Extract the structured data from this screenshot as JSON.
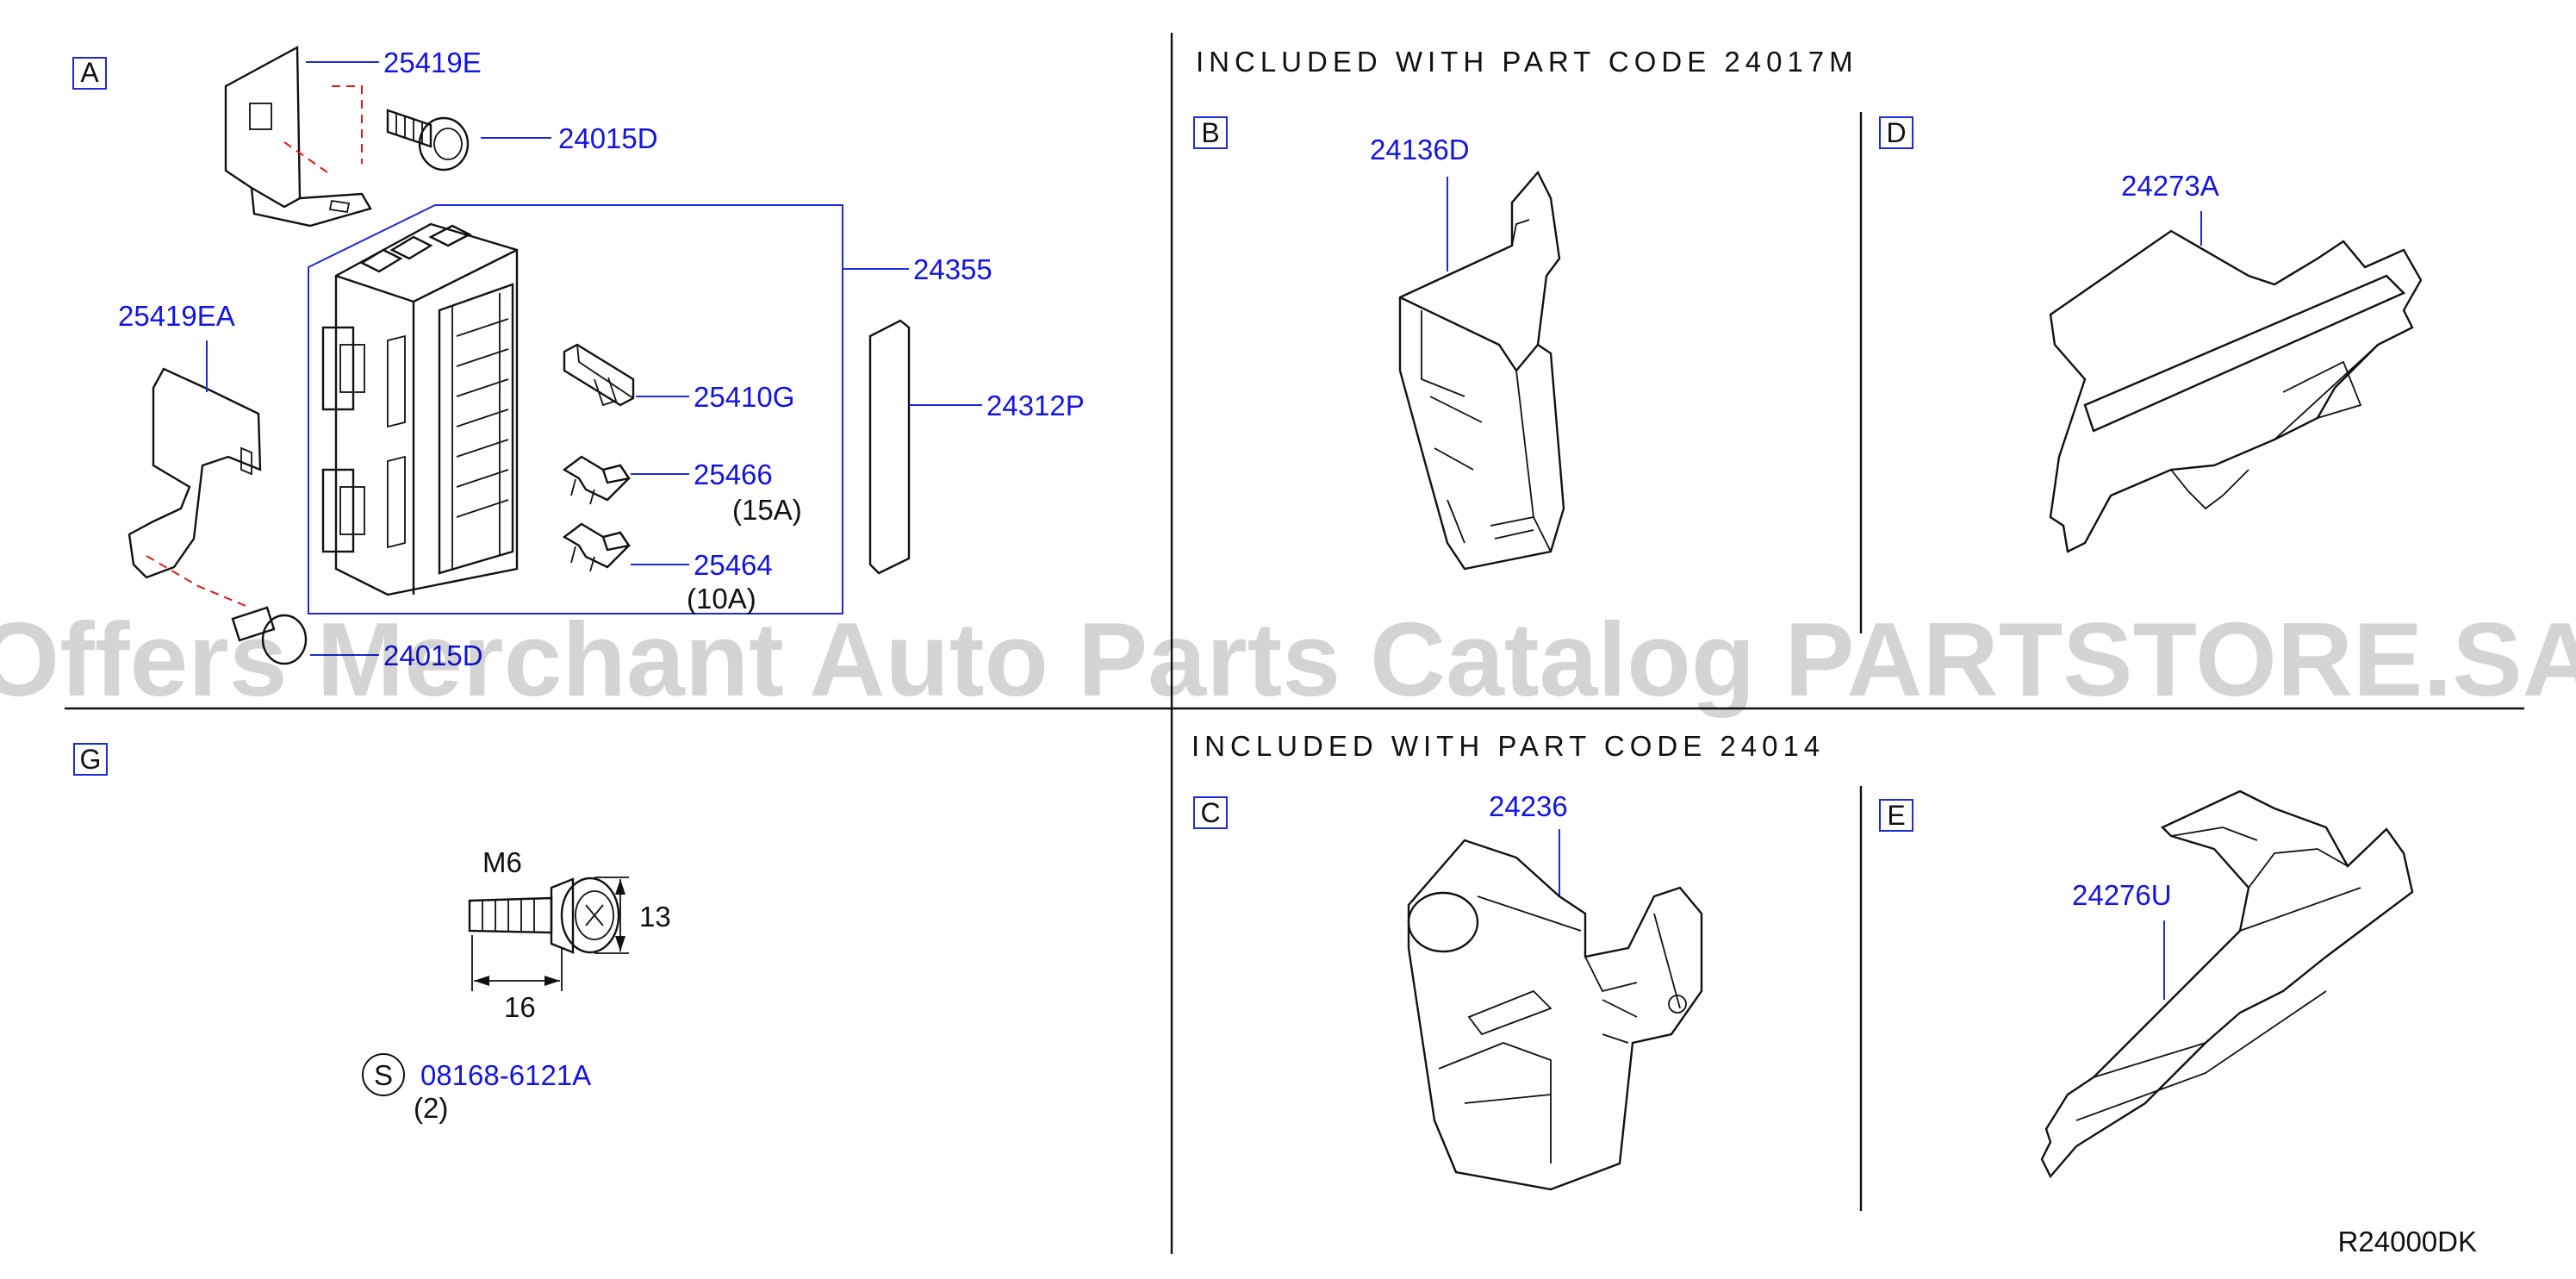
{
  "colors": {
    "link": "#1414e0",
    "leader": "#1e2ad6",
    "dashed_guide": "#e01a1a",
    "ink": "#111111"
  },
  "sections": {
    "A": {
      "label": "A",
      "parts": {
        "p25419E": "25419E",
        "p24015D_top": "24015D",
        "p24355": "24355",
        "p25419EA": "25419EA",
        "p25410G": "25410G",
        "p24312P": "24312P",
        "p25466": "25466",
        "p25466_note": "(15A)",
        "p25464": "25464",
        "p25464_note": "(10A)",
        "p24015D_bottom": "24015D"
      }
    },
    "top_right": {
      "caption": "INCLUDED WITH PART CODE 24017M"
    },
    "B": {
      "label": "B",
      "part": "24136D"
    },
    "D": {
      "label": "D",
      "part": "24273A"
    },
    "G": {
      "label": "G",
      "thread": "M6",
      "head_height": "13",
      "length": "16",
      "s_symbol": "S",
      "part": "08168-6121A",
      "qty": "(2)"
    },
    "bottom_right": {
      "caption": "INCLUDED WITH PART CODE 24014"
    },
    "C": {
      "label": "C",
      "part": "24236"
    },
    "E": {
      "label": "E",
      "part": "24276U"
    }
  },
  "diagram_code": "R24000DK",
  "watermark": "Offers Merchant Auto Parts Catalog PARTSTORE.SA"
}
